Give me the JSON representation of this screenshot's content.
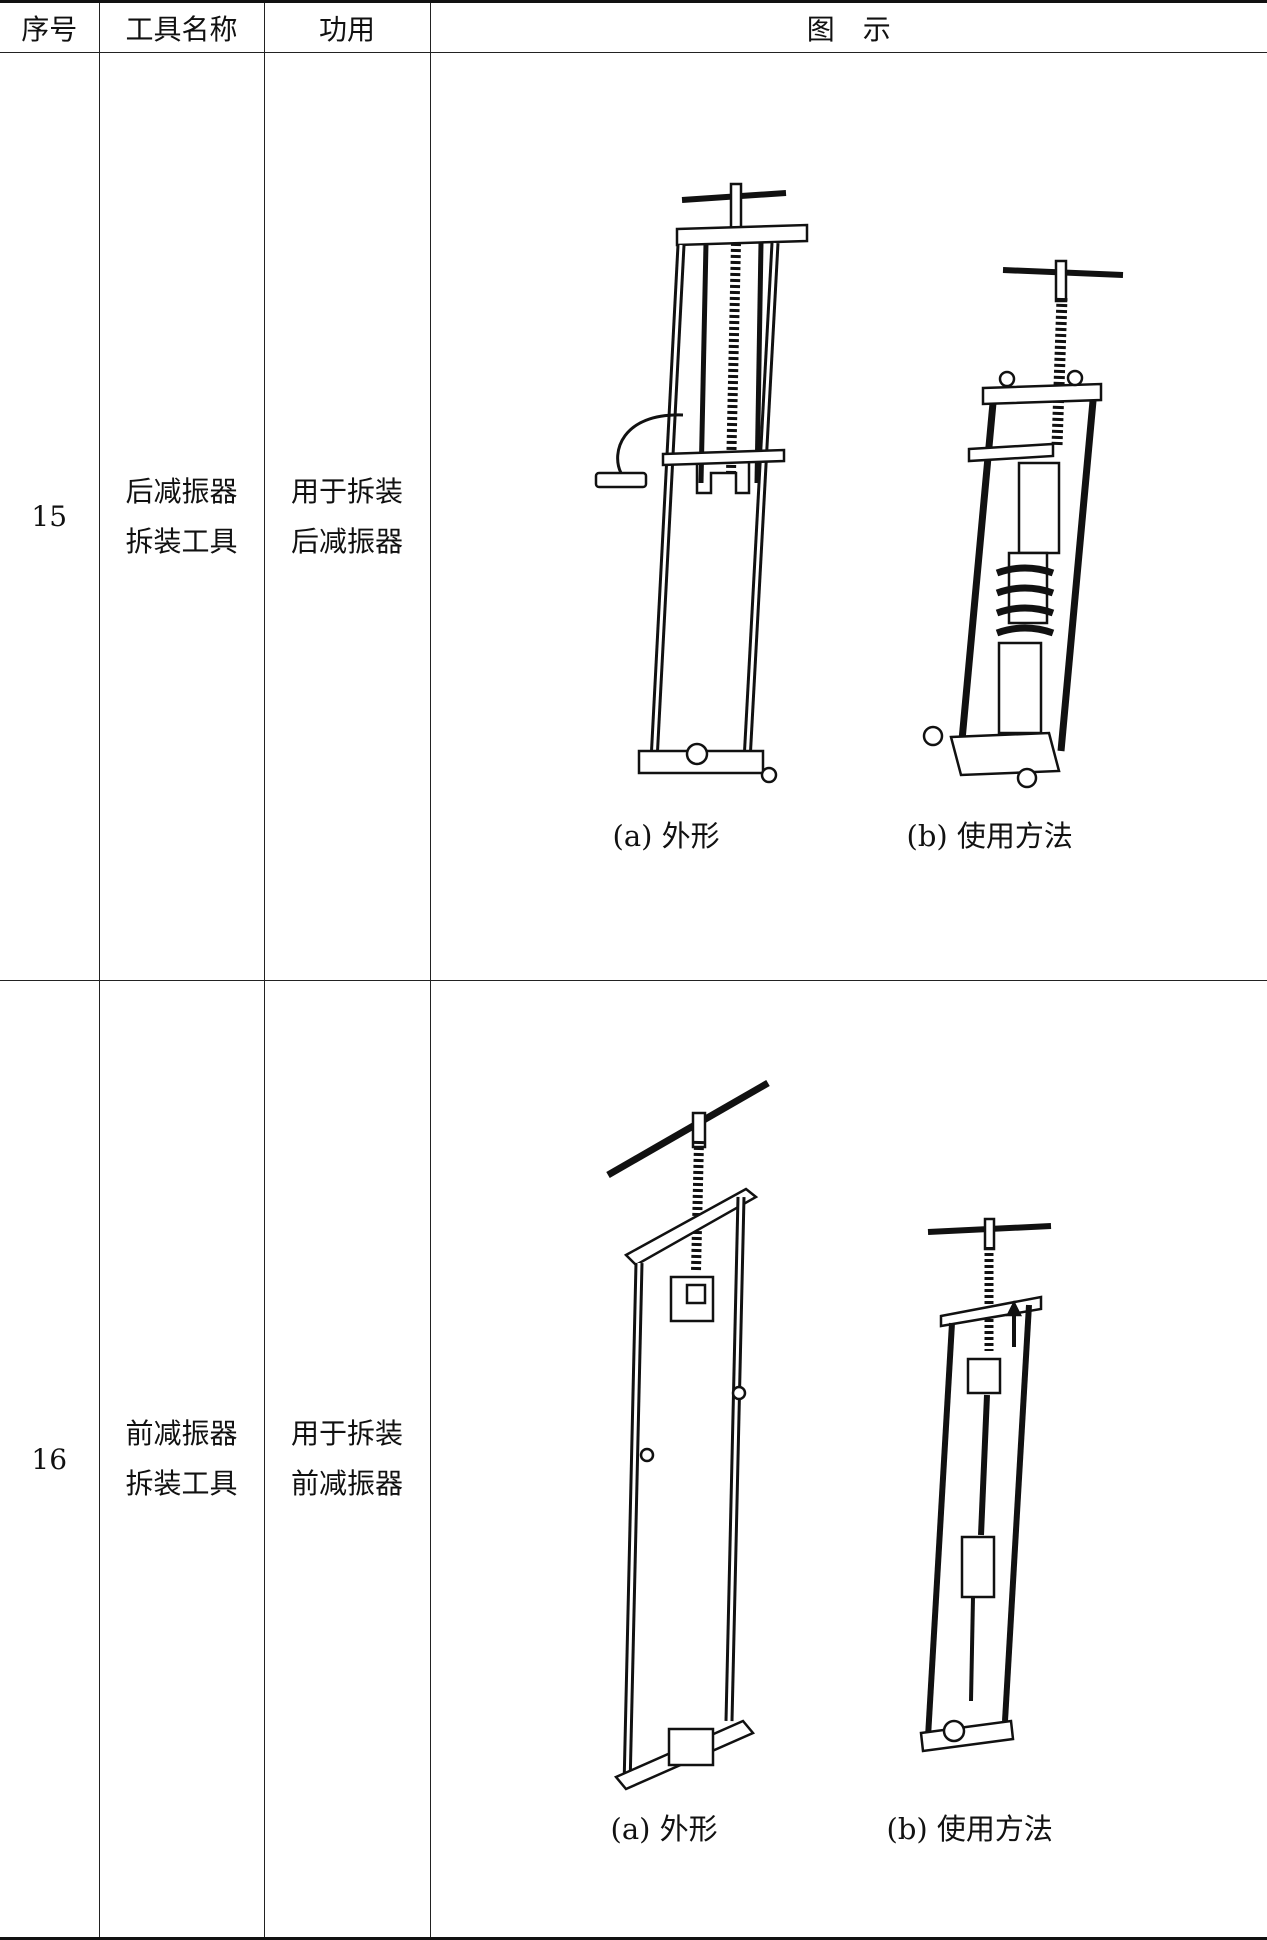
{
  "table": {
    "headers": [
      "序号",
      "工具名称",
      "功用",
      "图　示"
    ],
    "rows": [
      {
        "no": "15",
        "name": [
          "后减振器",
          "拆装工具"
        ],
        "function": [
          "用于拆装",
          "后减振器"
        ],
        "captions": [
          "(a) 外形",
          "(b) 使用方法"
        ]
      },
      {
        "no": "16",
        "name": [
          "前减振器",
          "拆装工具"
        ],
        "function": [
          "用于拆装",
          "前减振器"
        ],
        "captions": [
          "(a) 外形",
          "(b) 使用方法"
        ]
      }
    ]
  }
}
